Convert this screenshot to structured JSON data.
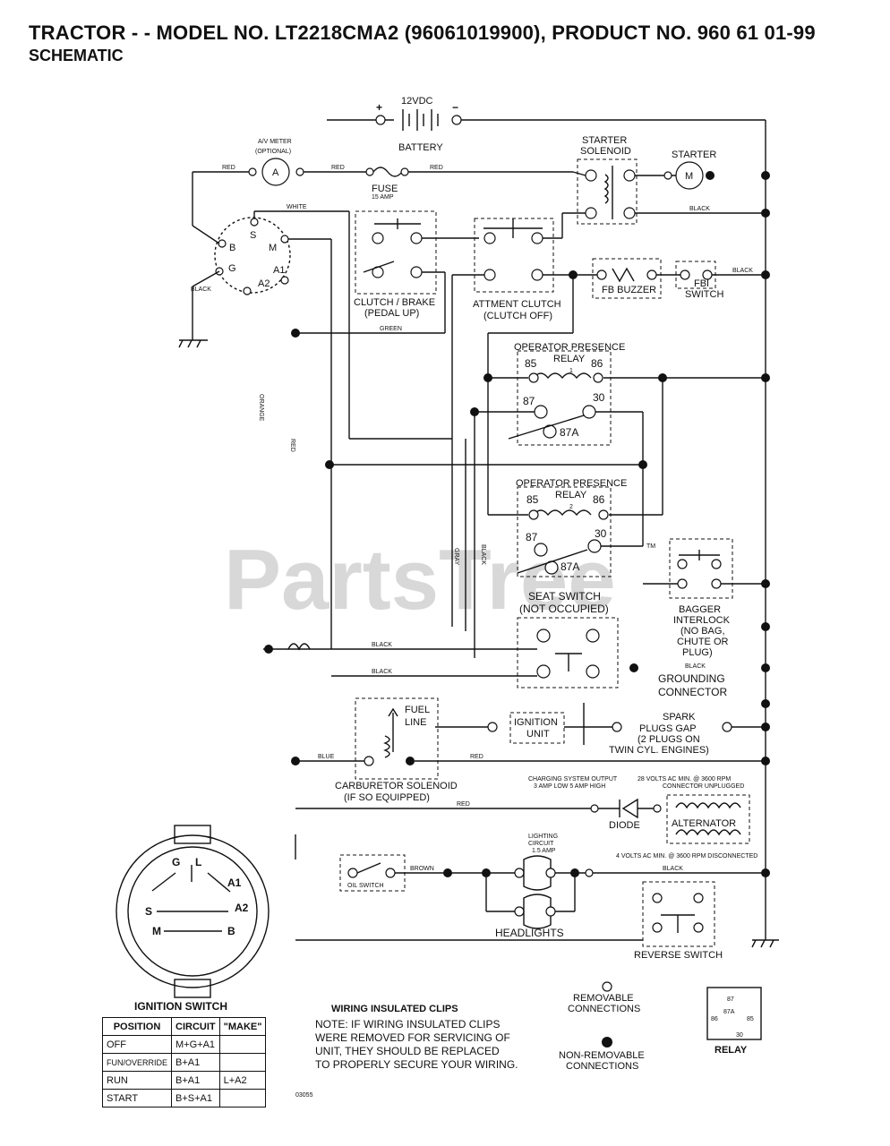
{
  "header": {
    "title": "TRACTOR - - MODEL NO. LT2218CMA2 (96061019900), PRODUCT NO. 960 61 01-99",
    "subtitle": "SCHEMATIC"
  },
  "watermark": {
    "text": "PartsTree",
    "tm": "TM"
  },
  "labels": {
    "battery_voltage": "12VDC",
    "battery": "BATTERY",
    "plus": "+",
    "minus": "−",
    "ammeter": "A/V METER",
    "ammeter_opt": "(OPTIONAL)",
    "ammeter_letter": "A",
    "starter_solenoid_1": "STARTER",
    "starter_solenoid_2": "SOLENOID",
    "starter": "STARTER",
    "starter_letter": "M",
    "fuse": "FUSE",
    "fuse_rating": "15 AMP",
    "wire_red": "RED",
    "wire_white": "WHITE",
    "wire_black": "BLACK",
    "wire_green": "GREEN",
    "wire_blue": "BLUE",
    "wire_brown": "BROWN",
    "wire_gray": "GRAY",
    "wire_orange": "ORANGE",
    "sw_b": "B",
    "sw_s": "S",
    "sw_m": "M",
    "sw_g": "G",
    "sw_a1": "A1",
    "sw_a2": "A2",
    "clutch_brake_1": "CLUTCH / BRAKE",
    "clutch_brake_2": "(PEDAL UP)",
    "attmt_clutch_1": "ATTMENT CLUTCH",
    "attmt_clutch_2": "(CLUTCH OFF)",
    "fb_buzzer": "FB BUZZER",
    "fbi_switch_1": "FBI",
    "fbi_switch_2": "SWITCH",
    "opr1_1": "OPERATOR PRESENCE",
    "opr1_2": "RELAY",
    "opr1_3": "1",
    "opr2_1": "OPERATOR PRESENCE",
    "opr2_2": "RELAY",
    "opr2_3": "2",
    "r85": "85",
    "r86": "86",
    "r87": "87",
    "r30": "30",
    "r87a": "87A",
    "seat_switch_1": "SEAT SWITCH",
    "seat_switch_2": "(NOT OCCUPIED)",
    "bagger_1": "BAGGER",
    "bagger_2": "INTERLOCK",
    "bagger_3": "(NO BAG,",
    "bagger_4": "CHUTE OR",
    "bagger_5": "PLUG)",
    "grounding_1": "GROUNDING",
    "grounding_2": "CONNECTOR",
    "fuel_line_1": "FUEL",
    "fuel_line_2": "LINE",
    "ignition_unit_1": "IGNITION",
    "ignition_unit_2": "UNIT",
    "spark_1": "SPARK",
    "spark_2": "PLUGS GAP",
    "spark_3": "(2 PLUGS ON",
    "spark_4": "TWIN CYL. ENGINES)",
    "carb_1": "CARBURETOR SOLENOID",
    "carb_2": "(IF SO EQUIPPED)",
    "charging_1": "CHARGING SYSTEM OUTPUT",
    "charging_2": "3 AMP LOW 5 AMP HIGH",
    "alt_note_1": "28 VOLTS AC MIN. @ 3600 RPM",
    "alt_note_2": "CONNECTOR UNPLUGGED",
    "alt_note_3": "4 VOLTS AC MIN. @ 3600 RPM DISCONNECTED",
    "lighting_1": "LIGHTING",
    "lighting_2": "CIRCUIT",
    "lighting_3": "1.5 AMP",
    "diode": "DIODE",
    "alternator": "ALTERNATOR",
    "oil_switch": "OIL SWITCH",
    "headlights": "HEADLIGHTS",
    "reverse_switch": "REVERSE SWITCH",
    "ignition_switch": "IGNITION SWITCH",
    "ign_g": "G",
    "ign_l": "L",
    "ign_a1": "A1",
    "ign_s": "S",
    "ign_a2": "A2",
    "ign_m": "M",
    "ign_b": "B",
    "clips_title": "WIRING INSULATED CLIPS",
    "clips_1": "NOTE: IF WIRING INSULATED CLIPS",
    "clips_2": "WERE REMOVED FOR SERVICING OF",
    "clips_3": "UNIT, THEY SHOULD BE REPLACED",
    "clips_4": "TO PROPERLY SECURE YOUR WIRING.",
    "removable_1": "REMOVABLE",
    "removable_2": "CONNECTIONS",
    "nonremovable_1": "NON-REMOVABLE",
    "nonremovable_2": "CONNECTIONS",
    "relay": "RELAY",
    "relay_87": "87",
    "relay_87a": "87A",
    "relay_86": "86",
    "relay_85": "85",
    "relay_30": "30",
    "part_no": "03055"
  },
  "ignition_table": {
    "headers": [
      "POSITION",
      "CIRCUIT",
      "\"MAKE\""
    ],
    "rows": [
      [
        "OFF",
        "M+G+A1",
        ""
      ],
      [
        "FUN/OVERRIDE",
        "B+A1",
        ""
      ],
      [
        "RUN",
        "B+A1",
        "L+A2"
      ],
      [
        "START",
        "B+S+A1",
        ""
      ]
    ]
  }
}
